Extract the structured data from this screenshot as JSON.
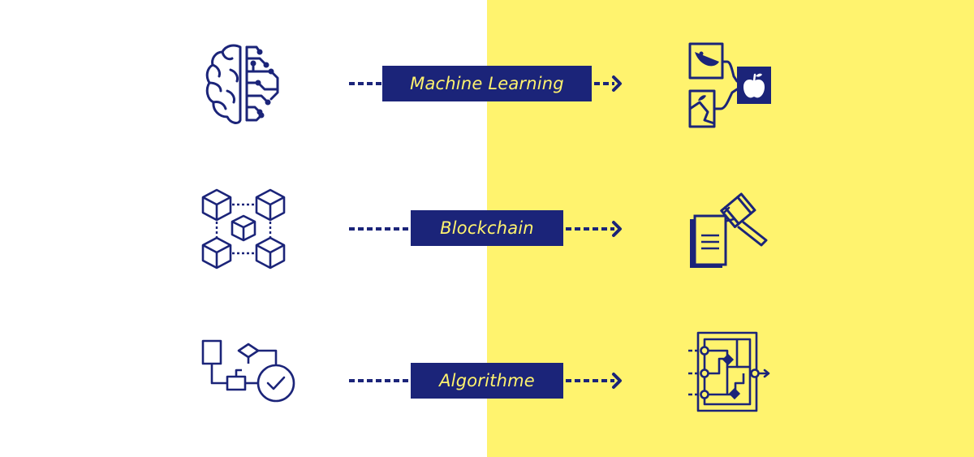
{
  "colors": {
    "navy": "#1b2479",
    "yellow": "#fff36e",
    "white": "#ffffff"
  },
  "rows": [
    {
      "label": "Machine Learning",
      "source_icon": "brain-circuit-icon",
      "target_icon": "image-classification-icon"
    },
    {
      "label": "Blockchain",
      "source_icon": "block-network-icon",
      "target_icon": "contract-gavel-icon"
    },
    {
      "label": "Algorithme",
      "source_icon": "flowchart-check-icon",
      "target_icon": "logic-circuit-icon"
    }
  ]
}
